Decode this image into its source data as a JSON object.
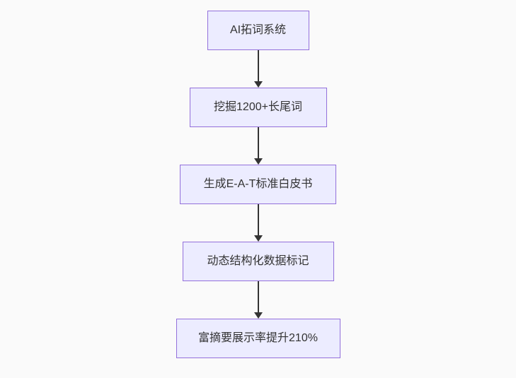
{
  "diagram": {
    "type": "flowchart",
    "direction": "top-down",
    "colors": {
      "background": "#fafafa",
      "node_fill": "#ECECFF",
      "node_border": "#9370DB",
      "arrow": "#333333",
      "text": "#333333"
    },
    "nodes": [
      {
        "label": "AI拓词系统"
      },
      {
        "label": "挖掘1200+长尾词"
      },
      {
        "label": "生成E-A-T标准白皮书"
      },
      {
        "label": "动态结构化数据标记"
      },
      {
        "label": "富摘要展示率提升210%"
      }
    ],
    "edges": [
      {
        "from": 0,
        "to": 1
      },
      {
        "from": 1,
        "to": 2
      },
      {
        "from": 2,
        "to": 3
      },
      {
        "from": 3,
        "to": 4
      }
    ]
  }
}
